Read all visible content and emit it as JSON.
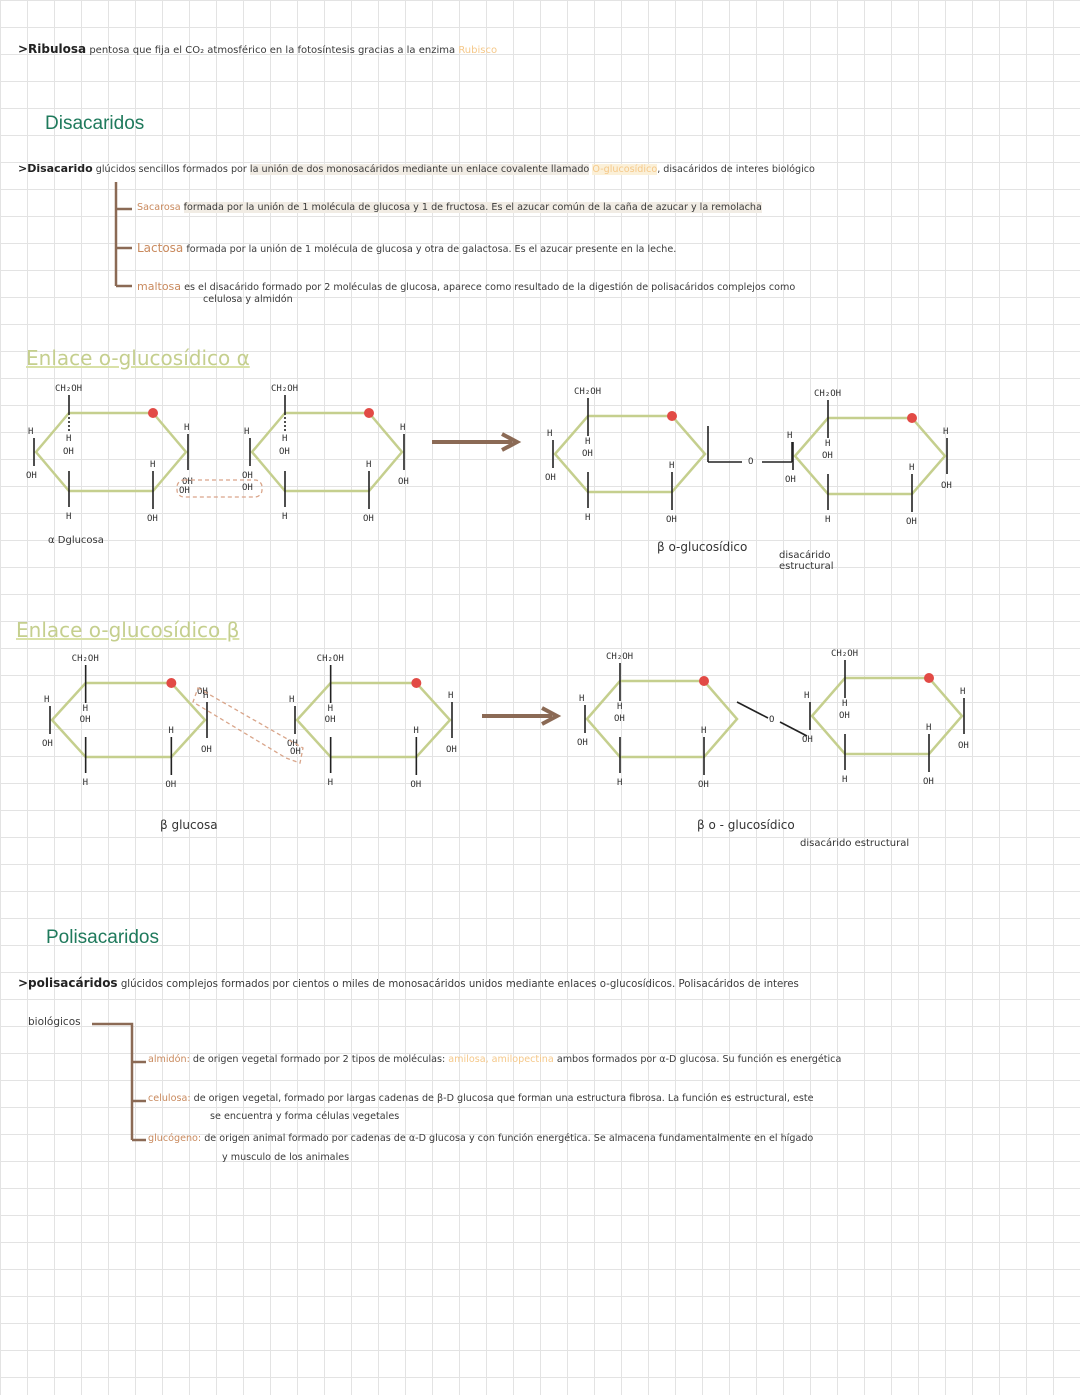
{
  "ribulosa": {
    "term": ">Ribulosa",
    "text": "pentosa que fija el CO₂ atmosférico en la fotosíntesis gracias a la enzima",
    "enzyme": "Rubisco"
  },
  "disacaridos": {
    "heading": "Disacaridos",
    "term": ">Disacarido",
    "intro_a": "glúcidos sencillos formados por",
    "intro_b": "la unión de dos monosacáridos mediante un enlace covalente llamado",
    "intro_bond": "O-glucosídico",
    "intro_c": ", disacáridos de interes biológico",
    "items": [
      {
        "name": "Sacarosa",
        "text": "formada por la unión de 1 molécula de glucosa y 1 de fructosa. Es el azucar común de la caña de azucar y la remolacha"
      },
      {
        "name": "Lactosa",
        "text": "formada por la unión de 1 molécula de glucosa y otra de galactosa. Es el azucar presente en la leche."
      },
      {
        "name": "maltosa",
        "text": "es el disacárido formado por 2 moléculas de glucosa, aparece como resultado de la digestión de polisacáridos complejos como",
        "text2": "celulosa y almidón"
      }
    ]
  },
  "enlace_alpha": {
    "title": "Enlace o-glucosídico α",
    "caption_left": "α Dglucosa",
    "caption_right_a": "β o-glucosídico",
    "caption_right_b": "disacárido",
    "caption_right_c": "estructural"
  },
  "enlace_beta": {
    "title": "Enlace o-glucosídico β",
    "caption_left": "β glucosa",
    "caption_right_a": "β o - glucosídico",
    "caption_right_b": "disacárido estructural"
  },
  "chem": {
    "ch2oh": "CH₂OH",
    "h": "H",
    "oh": "OH",
    "o": "O"
  },
  "polisacaridos": {
    "heading": "Polisacaridos",
    "term": ">polisacáridos",
    "intro": "glúcidos complejos formados por cientos o miles de monosacáridos unidos mediante enlaces o-glucosídicos. Polisacáridos de interes",
    "intro2": "biológicos",
    "items": [
      {
        "name": "almidón:",
        "text_a": "de origen vegetal formado por 2 tipos de moléculas:",
        "hl": "amilosa, amilopectina",
        "text_b": "ambos formados por α-D glucosa. Su función es energética"
      },
      {
        "name": "celulosa:",
        "text_a": "de origen vegetal, formado por largas cadenas de β-D glucosa que forman una estructura fibrosa. La función es estructural, este",
        "text2": "se encuentra y forma células vegetales"
      },
      {
        "name": "glucógeno:",
        "text_a": "de origen animal formado por cadenas de α-D glucosa y con función energética. Se almacena fundamentalmente en el hígado",
        "text2": "y musculo de los animales"
      }
    ]
  },
  "colors": {
    "grid": "#e3e3e3",
    "heading": "#1f7a5c",
    "ring": "#c5cf8e",
    "bracket": "#8b6a55",
    "arrow": "#8b6a55",
    "oxygen_dot": "#e24a45",
    "orange": "#c98a5e",
    "yellow": "#f5c889"
  }
}
